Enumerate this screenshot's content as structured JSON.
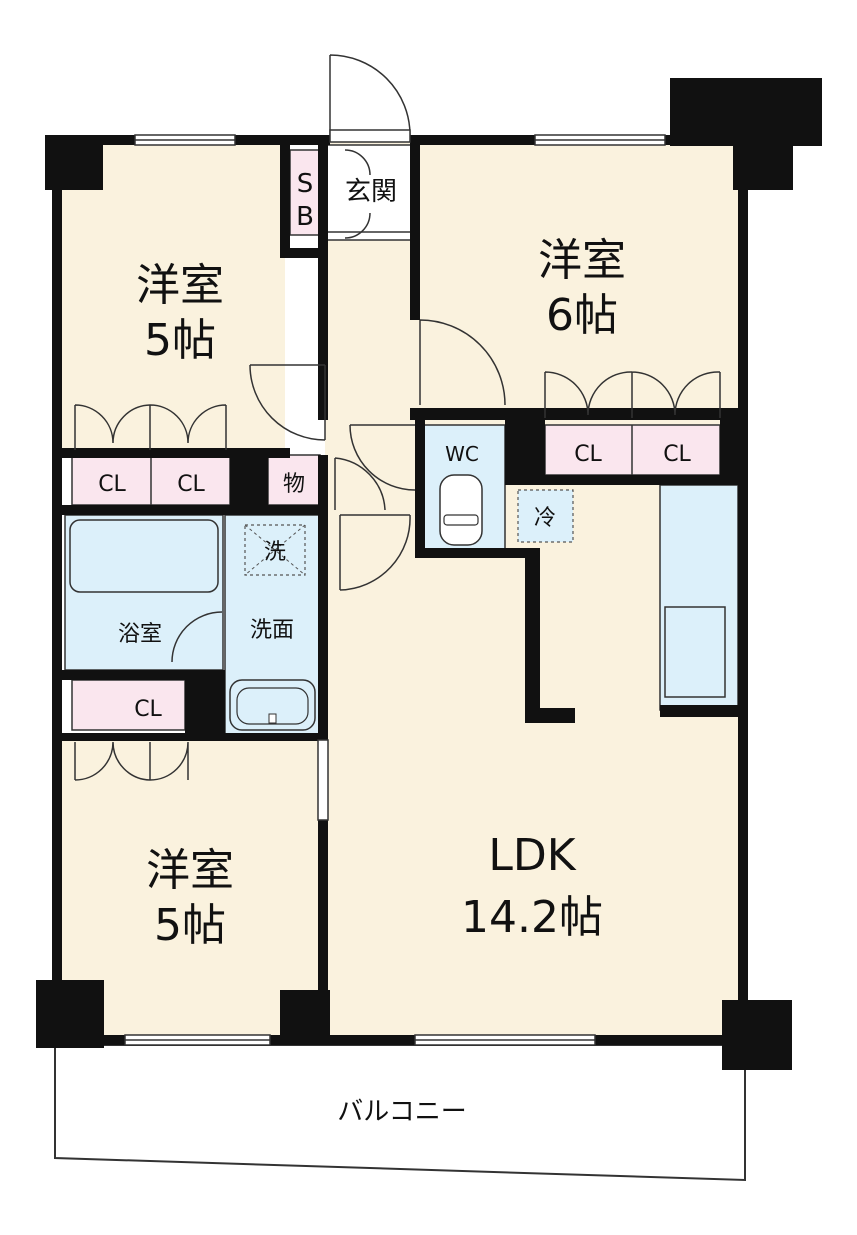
{
  "rooms": {
    "room_nw": {
      "name": "洋室",
      "size": "5帖"
    },
    "room_ne": {
      "name": "洋室",
      "size": "6帖"
    },
    "room_sw": {
      "name": "洋室",
      "size": "5帖"
    },
    "ldk": {
      "name": "LDK",
      "size": "14.2帖"
    }
  },
  "labels": {
    "shoe_box_s": "S",
    "shoe_box_b": "B",
    "entrance": "玄関",
    "closet": "CL",
    "storage": "物",
    "wc": "WC",
    "laundry": "洗",
    "washroom": "洗面",
    "bathroom": "浴室",
    "fridge": "冷",
    "balcony": "バルコニー"
  },
  "colors": {
    "floor": "#faf2de",
    "closet": "#fae6ee",
    "wet_area": "#dcf0fa",
    "wall": "#111111"
  }
}
